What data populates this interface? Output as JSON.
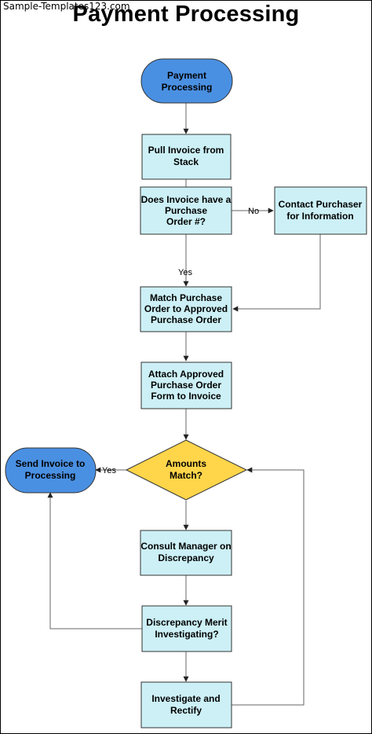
{
  "watermark": "Sample-Templates123.com",
  "title": "Payment Processing",
  "colors": {
    "terminal_fill": "#4a90e2",
    "process_fill": "#ccf0f6",
    "decision_fill": "#ffd54a",
    "line": "#666666"
  },
  "nodes": [
    {
      "id": "start",
      "shape": "terminal",
      "lines": [
        "Payment",
        "Processing"
      ]
    },
    {
      "id": "pull",
      "shape": "process",
      "lines": [
        "Pull  Invoice from",
        "Stack"
      ]
    },
    {
      "id": "does",
      "shape": "process",
      "lines": [
        "Does Invoice have a",
        "Purchase",
        "Order #?"
      ]
    },
    {
      "id": "contact",
      "shape": "process",
      "lines": [
        "Contact Purchaser",
        "for Information"
      ]
    },
    {
      "id": "match",
      "shape": "process",
      "lines": [
        "Match  Purchase",
        "Order to Approved",
        "Purchase Order"
      ]
    },
    {
      "id": "attach",
      "shape": "process",
      "lines": [
        "Attach Approved",
        "Purchase Order",
        "Form to Invoice"
      ]
    },
    {
      "id": "amounts",
      "shape": "decision",
      "lines": [
        "Amounts",
        "Match?"
      ]
    },
    {
      "id": "send",
      "shape": "terminal",
      "lines": [
        "Send Invoice to",
        "Processing"
      ]
    },
    {
      "id": "consult",
      "shape": "process",
      "lines": [
        "Consult Manager on",
        "Discrepancy"
      ]
    },
    {
      "id": "merit",
      "shape": "process",
      "lines": [
        "Discrepancy Merit",
        "Investigating?"
      ]
    },
    {
      "id": "rectify",
      "shape": "process",
      "lines": [
        "Investigate and",
        "Rectify"
      ]
    }
  ],
  "edge_labels": {
    "no": "No",
    "yes_match": "Yes",
    "yes_send": "Yes"
  }
}
